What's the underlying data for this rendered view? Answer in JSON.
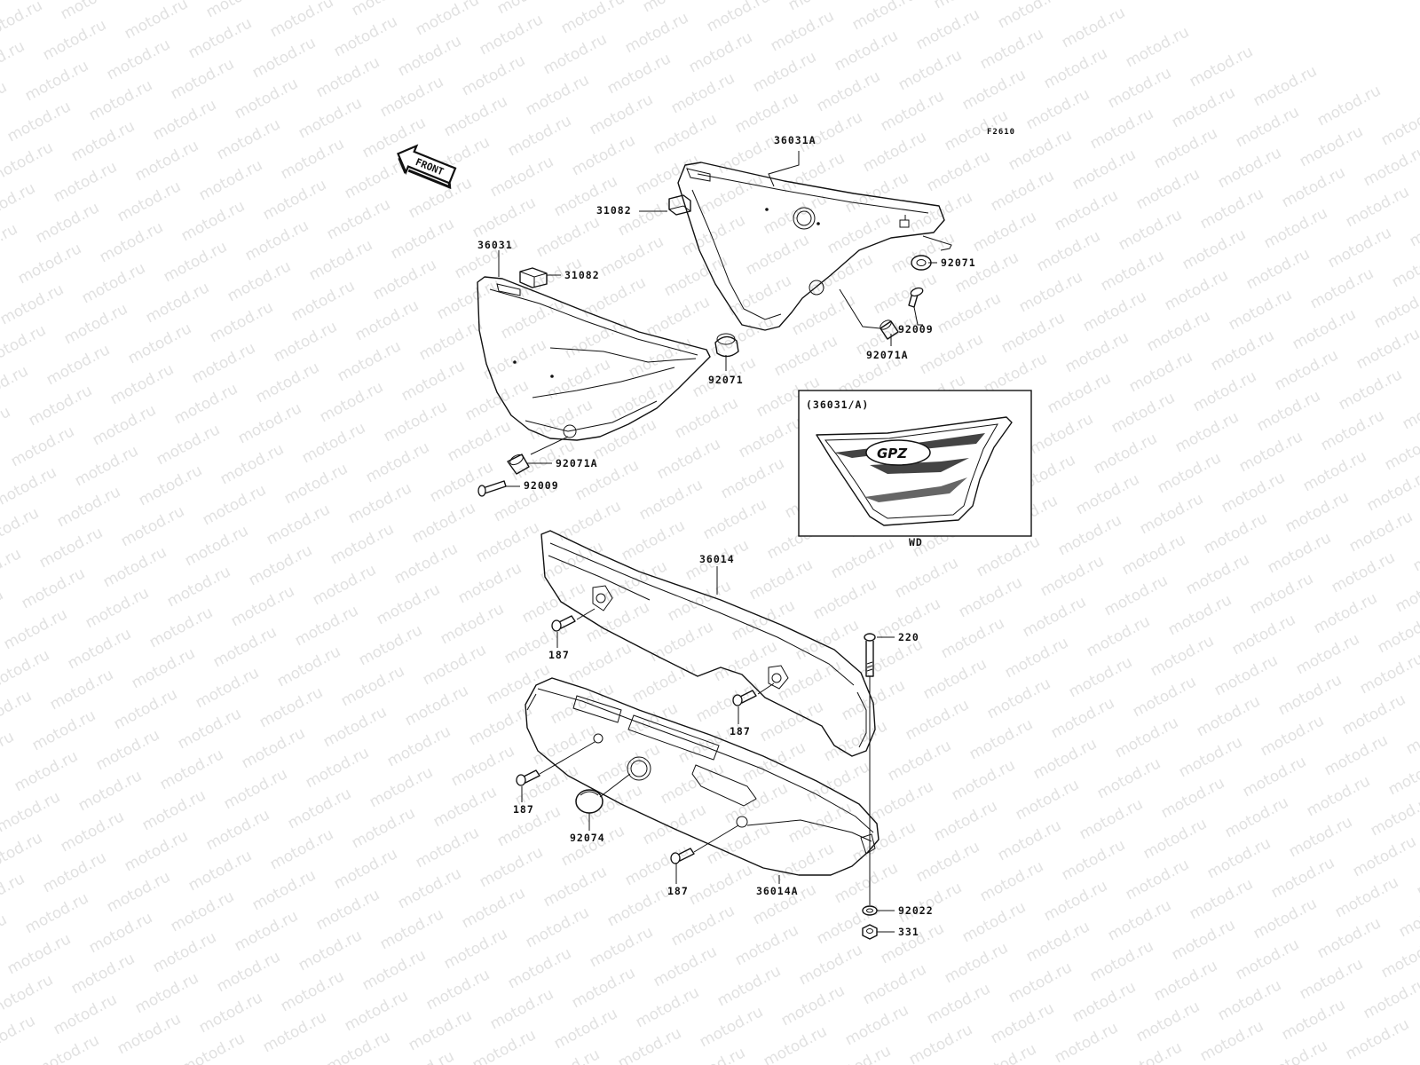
{
  "figure_code": "F2610",
  "watermark_text": "motod.ru",
  "front_arrow_text": "FRONT",
  "inset": {
    "title": "(36031/A)",
    "caption": "WD",
    "emblem_text": "GPZ"
  },
  "part_labels": {
    "p36031A": "36031A",
    "p31082_top": "31082",
    "p36031": "36031",
    "p31082_left": "31082",
    "p92071_right": "92071",
    "p92009_right": "92009",
    "p92071A_right": "92071A",
    "p92071_left": "92071",
    "p92071A_left": "92071A",
    "p92009_left": "92009",
    "p36014": "36014",
    "p220": "220",
    "p187_a": "187",
    "p187_b": "187",
    "p187_c": "187",
    "p187_d": "187",
    "p92074": "92074",
    "p36014A": "36014A",
    "p92022": "92022",
    "p331": "331"
  }
}
